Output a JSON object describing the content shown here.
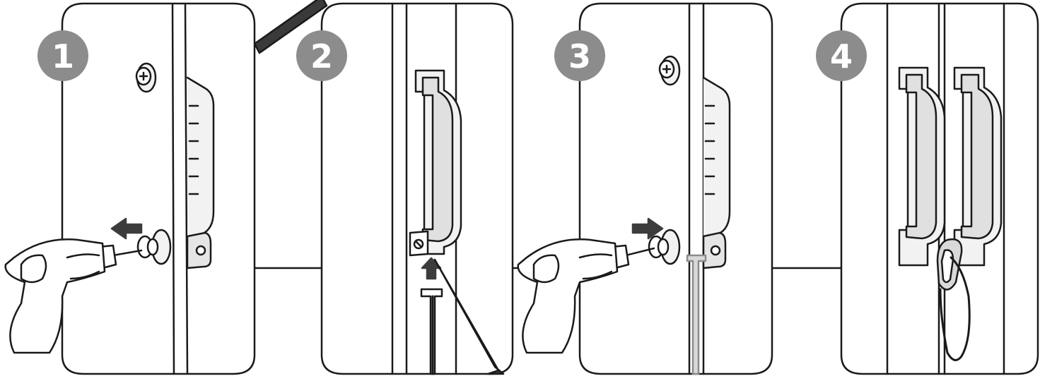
{
  "steps": [
    {
      "number": "1",
      "label": "step-1"
    },
    {
      "number": "2",
      "label": "step-2"
    },
    {
      "number": "3",
      "label": "step-3"
    },
    {
      "number": "4",
      "label": "step-4"
    }
  ],
  "colors": {
    "badge": "#8c8c8c",
    "line": "#1a1a1a",
    "fill_light": "#f2f2f2",
    "fill_mid": "#d9d9d9",
    "arrow": "#3c3c3c",
    "background": "#ffffff"
  },
  "icons": [
    "cordless-drill-icon",
    "screw-icon",
    "arrow-icon",
    "door-handle-icon",
    "padlock-icon",
    "rivet-tool-icon",
    "hinge-bracket-icon"
  ]
}
